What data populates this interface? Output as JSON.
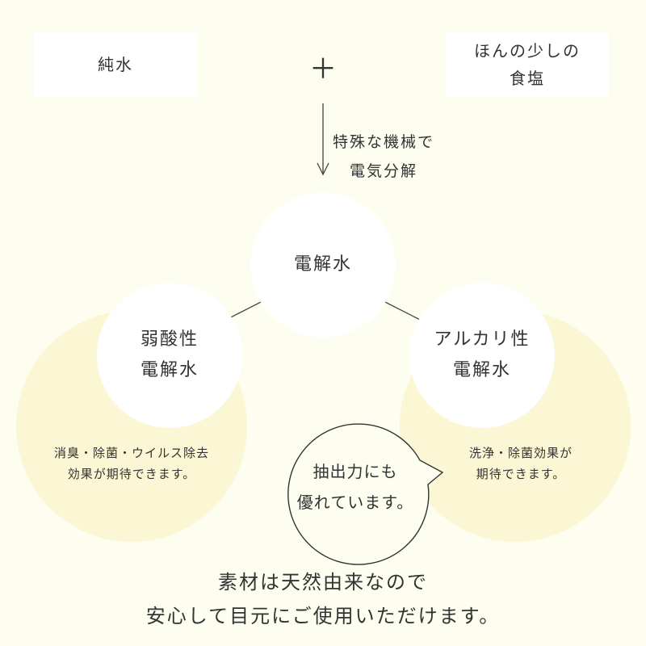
{
  "inputs": {
    "left": "純水",
    "plus": "＋",
    "right_line1": "ほんの少しの",
    "right_line2": "食塩"
  },
  "process": {
    "line1": "特殊な機械で",
    "line2": "電気分解"
  },
  "center": {
    "label": "電解水"
  },
  "acidic": {
    "line1": "弱酸性",
    "line2": "電解水",
    "desc1": "消臭・除菌・ウイルス除去",
    "desc2": "効果が期待できます。"
  },
  "alkaline": {
    "line1": "アルカリ性",
    "line2": "電解水",
    "desc1": "洗浄・除菌効果が",
    "desc2": "期待できます。"
  },
  "bubble": {
    "line1": "抽出力にも",
    "line2": "優れています。"
  },
  "footer": {
    "line1": "素材は天然由来なので",
    "line2": "安心して目元にご使用いただけます。"
  },
  "colors": {
    "background": "#fdfdf0",
    "yellow": "#fbf6d3",
    "white": "#ffffff",
    "text": "#333333"
  }
}
